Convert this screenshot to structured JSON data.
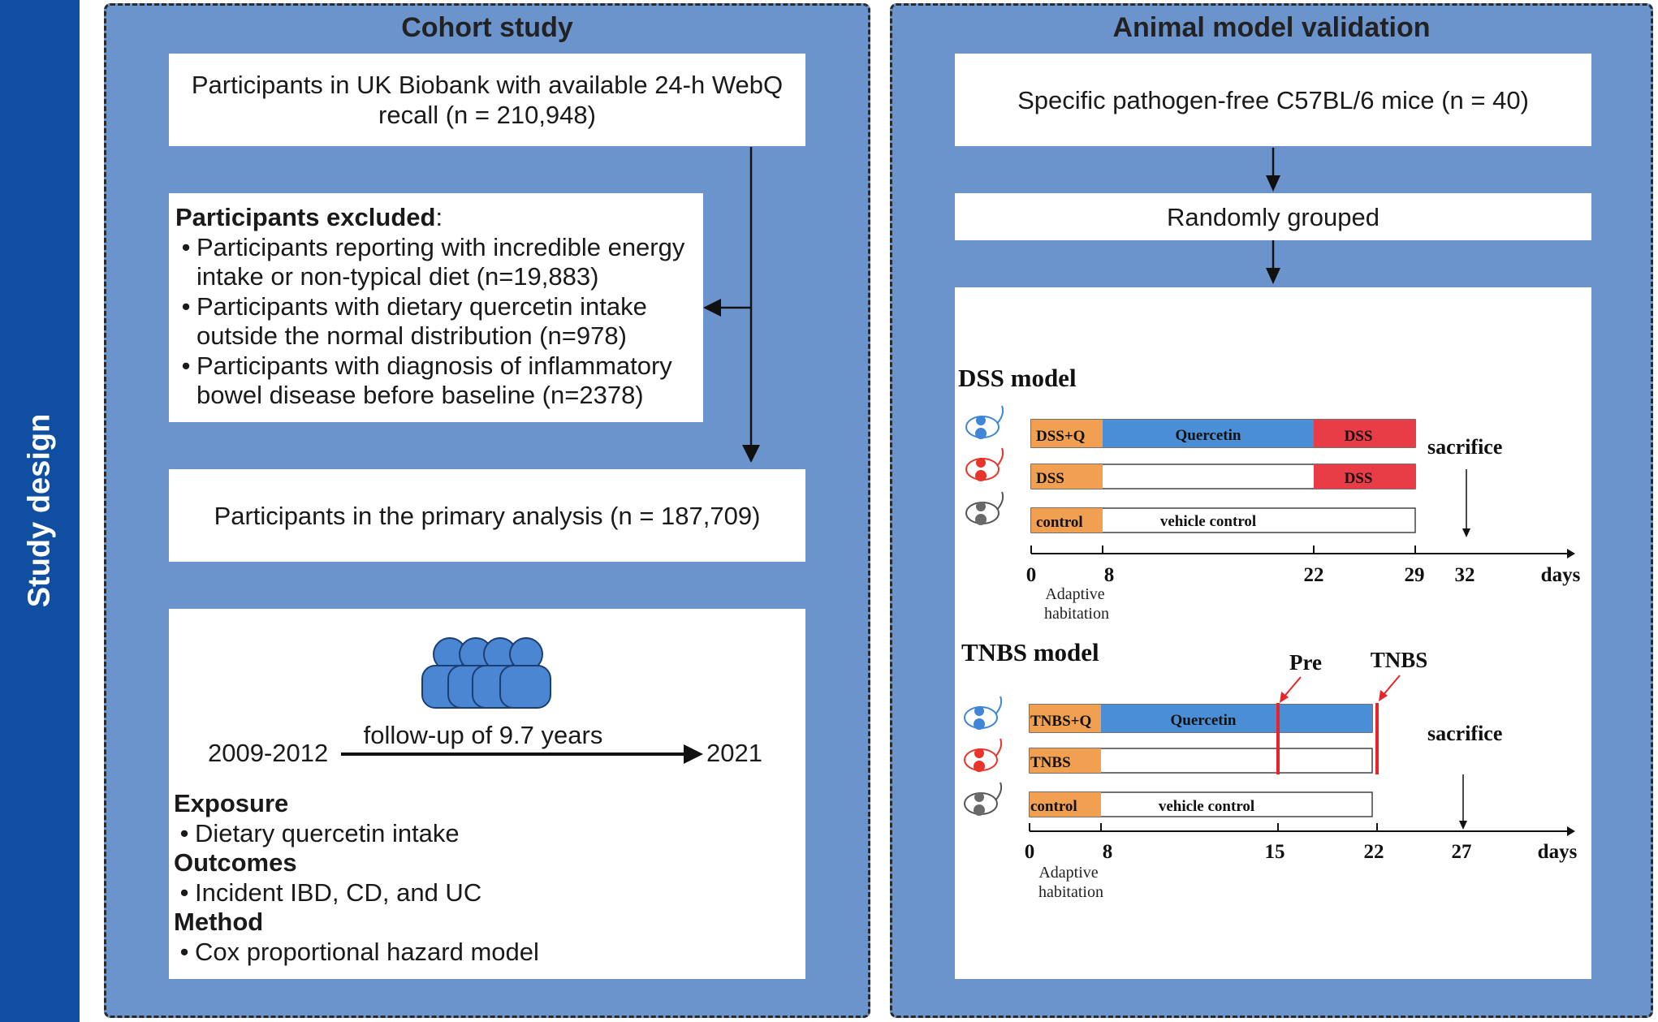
{
  "sidebar": {
    "label": "Study design"
  },
  "cohort": {
    "title": "Cohort study",
    "participants_box": "Participants in UK Biobank  with available 24-h WebQ recall (n = 210,948)",
    "excluded": {
      "heading": "Participants excluded",
      "colon": ":",
      "items": [
        "Participants reporting with incredible energy intake or non-typical diet (n=19,883)",
        "Participants with dietary quercetin intake outside the normal distribution (n=978)",
        "Participants with diagnosis of inflammatory bowel disease before baseline (n=2378)"
      ]
    },
    "primary_box": "Participants in the primary analysis (n = 187,709)",
    "followup": {
      "start": "2009-2012",
      "label": "follow-up of 9.7 years",
      "end": "2021"
    },
    "exposure": {
      "heading": "Exposure",
      "item": "Dietary quercetin intake"
    },
    "outcomes": {
      "heading": "Outcomes",
      "item": "Incident IBD, CD, and UC"
    },
    "method": {
      "heading": "Method",
      "item": "Cox proportional hazard model"
    }
  },
  "animal": {
    "title": "Animal model validation",
    "mice_box": "Specific pathogen-free C57BL/6 mice (n = 40)",
    "grouped_box": "Randomly grouped",
    "dss": {
      "title": "DSS model",
      "groups": [
        {
          "label": "DSS+Q",
          "middle": "Quercetin",
          "end": "DSS"
        },
        {
          "label": "DSS",
          "middle": "",
          "end": "DSS"
        },
        {
          "label": "control",
          "middle": "vehicle control",
          "end": ""
        }
      ],
      "sacrifice": "sacrifice",
      "ticks": [
        "0",
        "8",
        "22",
        "29",
        "32"
      ],
      "unit": "days",
      "note_line1": "Adaptive",
      "note_line2": "habitation"
    },
    "tnbs": {
      "title": "TNBS model",
      "groups": [
        {
          "label": "TNBS+Q",
          "middle": "Quercetin"
        },
        {
          "label": "TNBS",
          "middle": ""
        },
        {
          "label": "control",
          "middle": "vehicle control"
        }
      ],
      "pre_label": "Pre",
      "tnbs_label": "TNBS",
      "sacrifice": "sacrifice",
      "ticks": [
        "0",
        "8",
        "15",
        "22",
        "27"
      ],
      "unit": "days",
      "note_line1": "Adaptive",
      "note_line2": "habitation"
    },
    "colors": {
      "orange": "#f0a050",
      "blue": "#4a8fd6",
      "red": "#e83c46",
      "mouse_blue": "#3f86d8",
      "mouse_red": "#e8342a",
      "mouse_gray": "#6a6a6a"
    }
  }
}
